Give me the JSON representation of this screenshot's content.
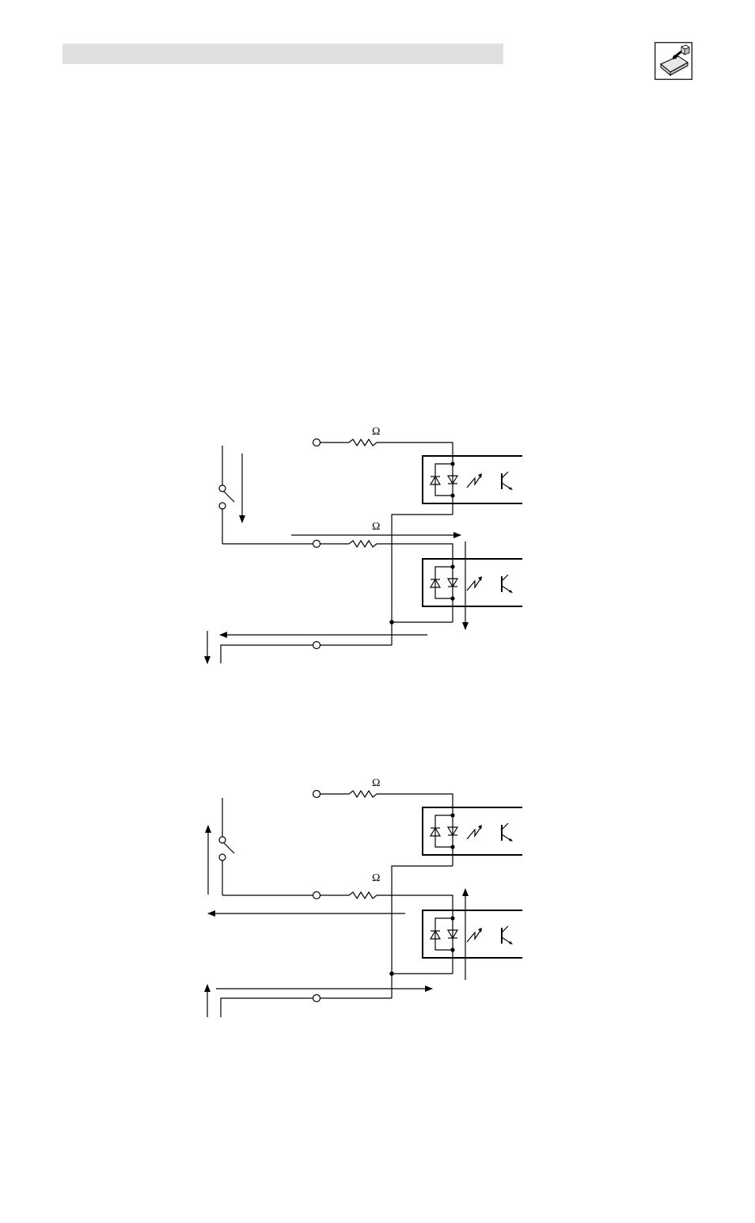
{
  "header": {
    "bar_color": "#e0e0e0"
  },
  "icon": {
    "name": "manual-insert-icon"
  },
  "diagram_top": {
    "resistor_1_unit": "Ω",
    "resistor_2_unit": "Ω"
  },
  "diagram_bottom": {
    "resistor_1_unit": "Ω",
    "resistor_2_unit": "Ω"
  }
}
